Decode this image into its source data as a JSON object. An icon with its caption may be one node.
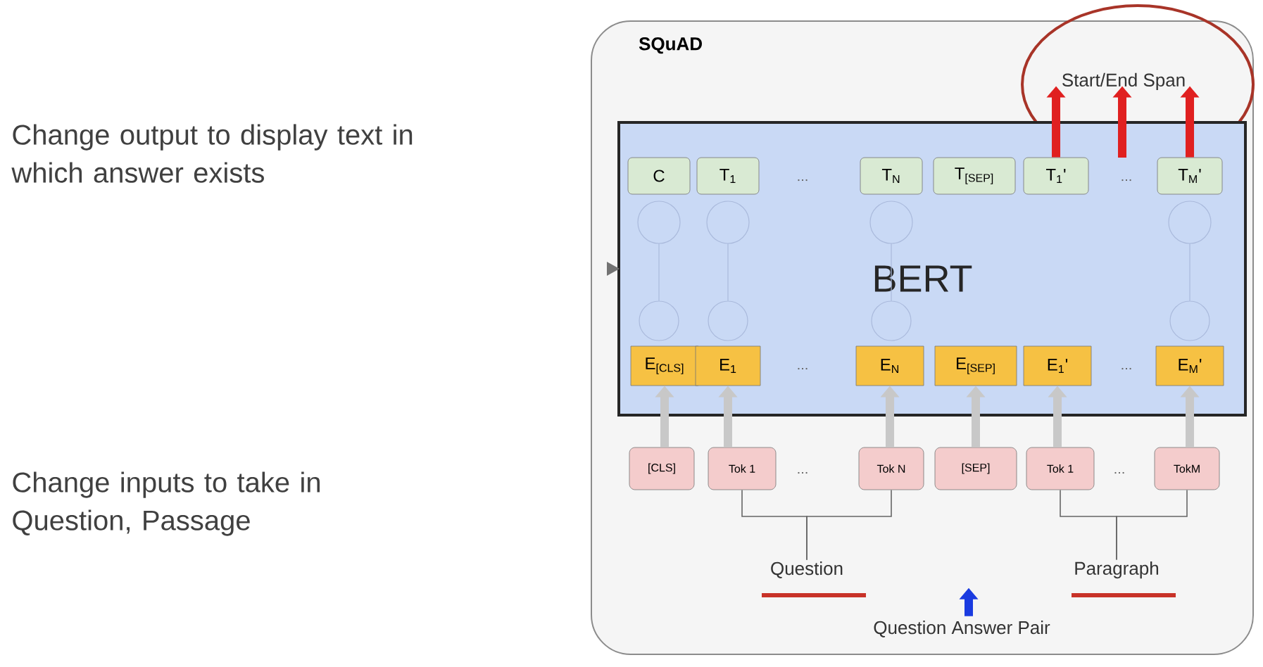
{
  "diagram": {
    "nodes": [
      {
        "text": [
          "SQuAD"
        ]
      },
      {
        "text": [
          "BERT"
        ],
        "in": 0
      },
      {
        "text": [
          "C"
        ],
        "in": 1
      },
      {
        "text": [
          "T$_{1}$"
        ],
        "in": 1
      },
      {
        "text": [
          "T$_{N}$"
        ],
        "in": 1
      },
      {
        "text": [
          "T$_{[SEP]}$"
        ],
        "in": 1
      },
      {
        "text": [
          "T$_{1}$'"
        ],
        "in": 1
      },
      {
        "text": [
          "T$_{M}$'"
        ],
        "in": 1
      },
      {
        "text": [
          "E$_{[CLS]}$"
        ],
        "in": 1
      },
      {
        "text": [
          "E$_{1}$"
        ],
        "in": 1
      },
      {
        "text": [
          "E$_{N}$"
        ],
        "in": 1
      },
      {
        "text": [
          "E$_{[SEP]}$"
        ],
        "in": 1
      },
      {
        "text": [
          "E$_{1}$'"
        ],
        "in": 1
      },
      {
        "text": [
          "E$_{M}$'"
        ],
        "in": 1
      },
      {
        "text": [
          "[CLS]"
        ],
        "in": 0
      },
      {
        "text": [
          "Tok 1"
        ],
        "in": 0
      },
      {
        "text": [
          "Tok N"
        ],
        "in": 0
      },
      {
        "text": [
          "[SEP]"
        ],
        "in": 0
      },
      {
        "text": [
          "Tok 1"
        ],
        "in": 0
      },
      {
        "text": [
          "TokM"
        ],
        "in": 0
      },
      {
        "text": [
          "Start/End Span"
        ],
        "in": 0
      },
      {
        "text": [
          "Question"
        ],
        "in": 0
      },
      {
        "text": [
          "Paragraph"
        ],
        "in": 0
      },
      {
        "text": [
          "Question Answer Pair"
        ],
        "in": 0
      }
    ],
    "edges": [
      {
        "from": 6,
        "to": 20,
        "arrow": "to",
        "color": "#e02020"
      },
      {
        "from": null,
        "to": 20,
        "arrow": "to",
        "color": "#e02020"
      },
      {
        "from": 7,
        "to": 20,
        "arrow": "to",
        "color": "#e02020"
      },
      {
        "from": 14,
        "to": 8,
        "arrow": "to",
        "color": "#c8c8c8"
      },
      {
        "from": 15,
        "to": 9,
        "arrow": "to",
        "color": "#c8c8c8"
      },
      {
        "from": 16,
        "to": 10,
        "arrow": "to",
        "color": "#c8c8c8"
      },
      {
        "from": 17,
        "to": 11,
        "arrow": "to",
        "color": "#c8c8c8"
      },
      {
        "from": 18,
        "to": 12,
        "arrow": "to",
        "color": "#c8c8c8"
      },
      {
        "from": 19,
        "to": 13,
        "arrow": "to",
        "color": "#c8c8c8"
      },
      {
        "from": 15,
        "to": 21,
        "arrow": "none",
        "color": "#666666"
      },
      {
        "from": 16,
        "to": 21,
        "arrow": "none",
        "color": "#666666"
      },
      {
        "from": 18,
        "to": 22,
        "arrow": "none",
        "color": "#666666"
      },
      {
        "from": 19,
        "to": 22,
        "arrow": "none",
        "color": "#666666"
      },
      {
        "from": 23,
        "to": null,
        "arrow": "to",
        "color": "#1a3be0"
      }
    ],
    "labels": [
      "Change output to display text in which answer exists",
      "...",
      "...",
      "...",
      "...",
      "...",
      "...",
      "Change inputs to take in Question, Passage"
    ]
  }
}
